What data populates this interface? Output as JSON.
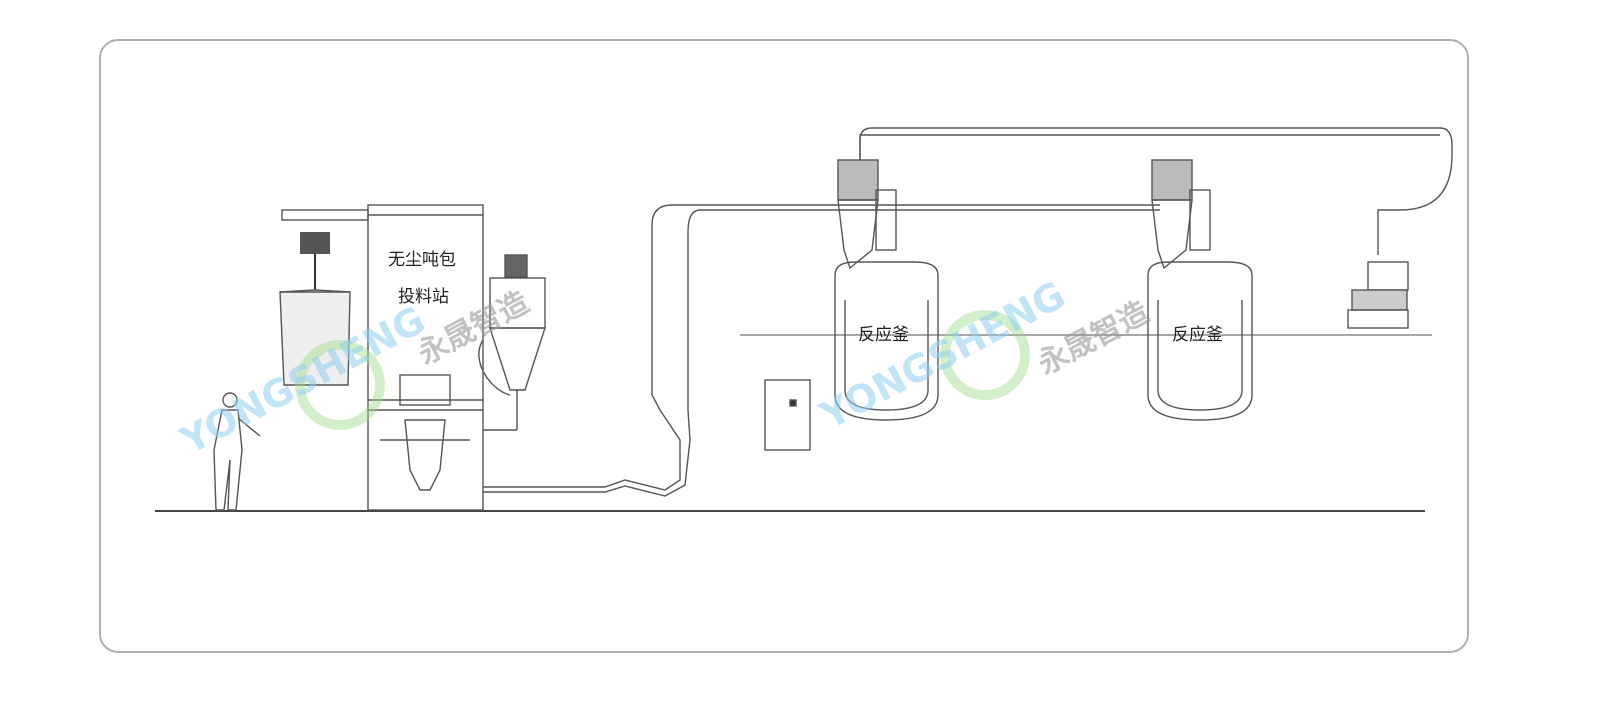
{
  "station_label_line1": "无尘吨包",
  "station_label_line2": "投料站",
  "reactor_1_label": "反应釜",
  "reactor_2_label": "反应釜",
  "watermark": {
    "en": "YONGSHENG",
    "cn": "永晟智造"
  },
  "colors": {
    "frame": "#b0b0b0",
    "line": "#555555",
    "watermark_blue": "#8fd0f0",
    "watermark_green": "#9edb8a"
  }
}
